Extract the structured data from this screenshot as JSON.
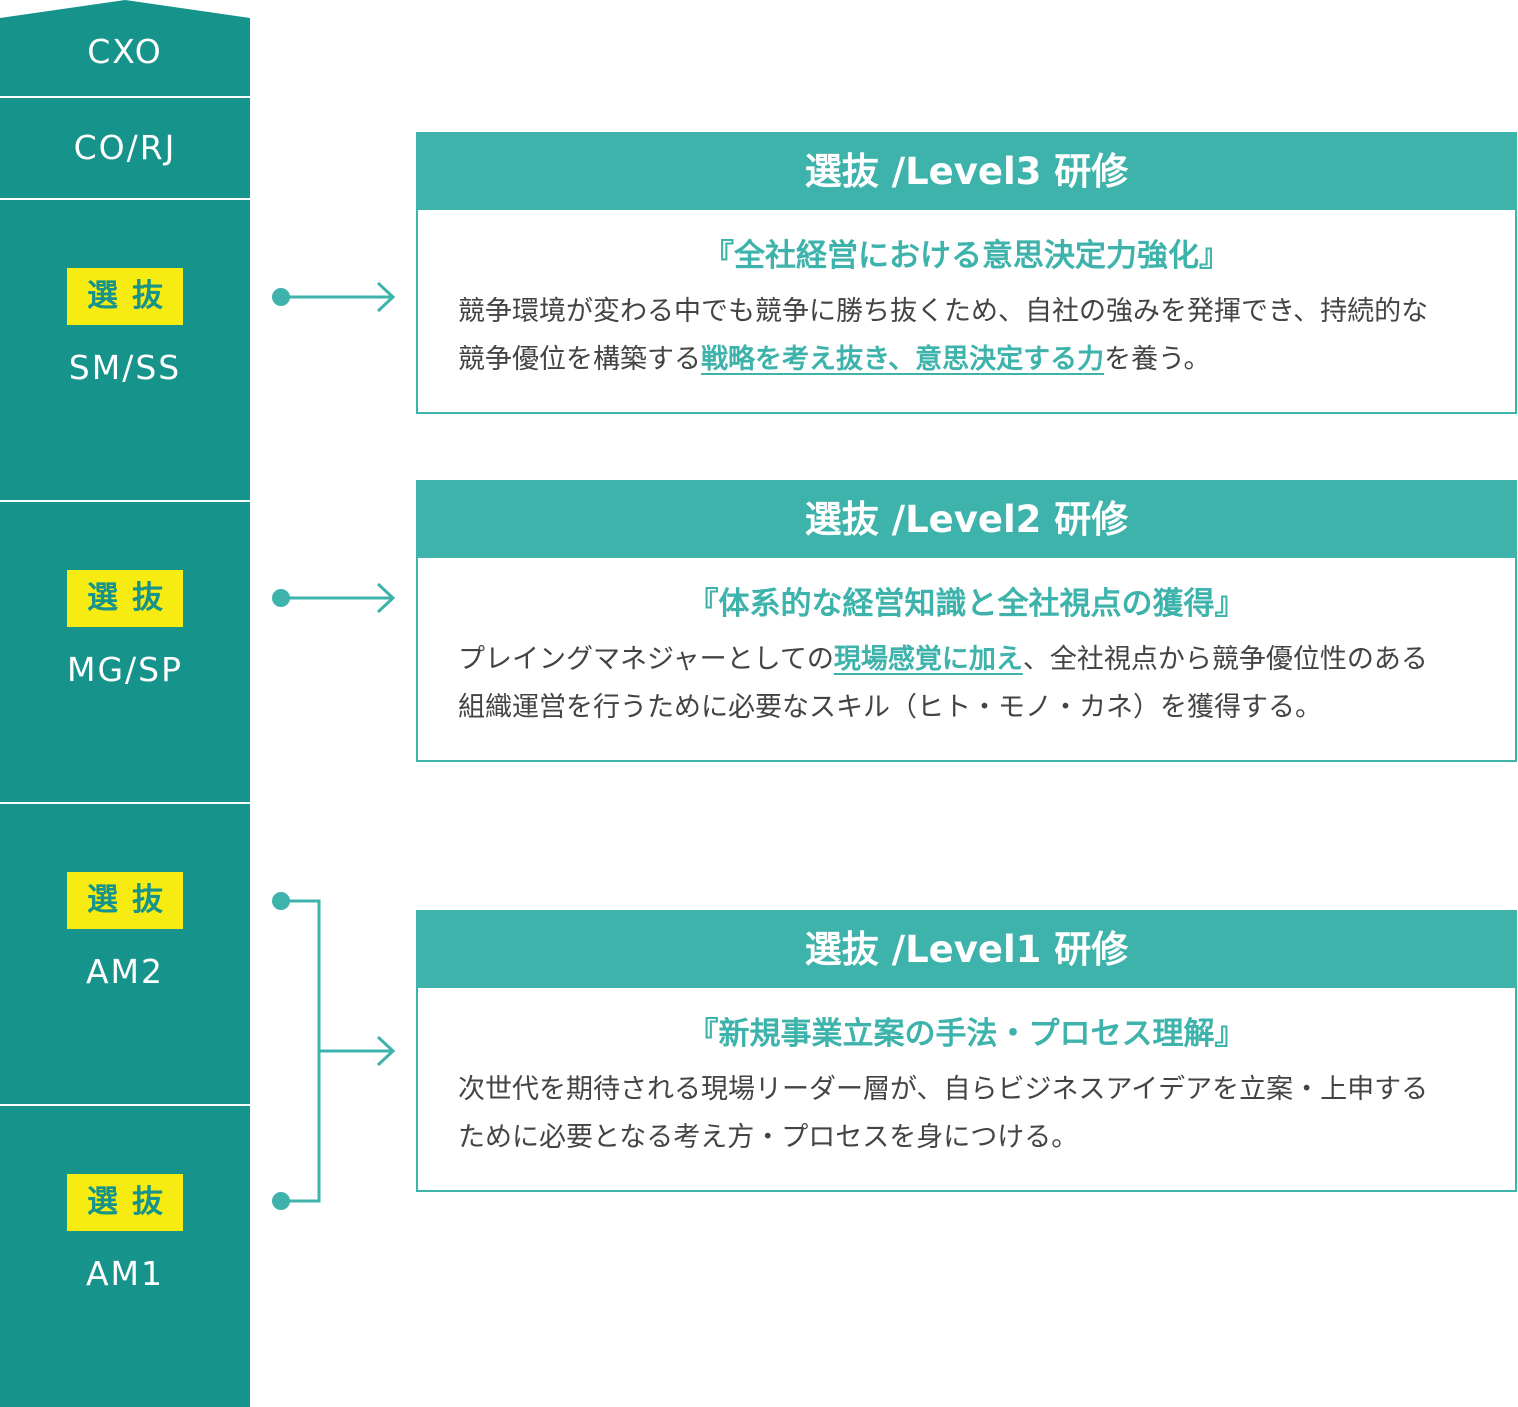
{
  "colors": {
    "column": "#16938a",
    "accent": "#3eb3ab",
    "badge": "#f7ec11",
    "body_text": "#444444"
  },
  "levels": [
    {
      "label": "CXO"
    },
    {
      "label": "CO/RJ"
    },
    {
      "label": "SM/SS",
      "badge": "選抜"
    },
    {
      "label": "MG/SP",
      "badge": "選抜"
    },
    {
      "label": "AM2",
      "badge": "選抜"
    },
    {
      "label": "AM1",
      "badge": "選抜"
    }
  ],
  "programs": [
    {
      "title": "選抜 /Level3 研修",
      "subtitle": "『全社経営における意思決定力強化』",
      "line1": "競争環境が変わる中でも競争に勝ち抜くため、自社の強みを発揮でき、持続的な",
      "line2_pre": "競争優位を構築する",
      "line2_hl": "戦略を考え抜き、意思決定する力",
      "line2_post": "を養う。"
    },
    {
      "title": "選抜 /Level2 研修",
      "subtitle": "『体系的な経営知識と全社視点の獲得』",
      "line1_pre": "プレイングマネジャーとしての",
      "line1_hl": "現場感覚に加え",
      "line1_post": "、全社視点から競争優位性のある",
      "line2": "組織運営を行うために必要なスキル（ヒト・モノ・カネ）を獲得する。"
    },
    {
      "title": "選抜 /Level1 研修",
      "subtitle": "『新規事業立案の手法・プロセス理解』",
      "line1": "次世代を期待される現場リーダー層が、自らビジネスアイデアを立案・上申する",
      "line2": "ために必要となる考え方・プロセスを身につける。"
    }
  ]
}
